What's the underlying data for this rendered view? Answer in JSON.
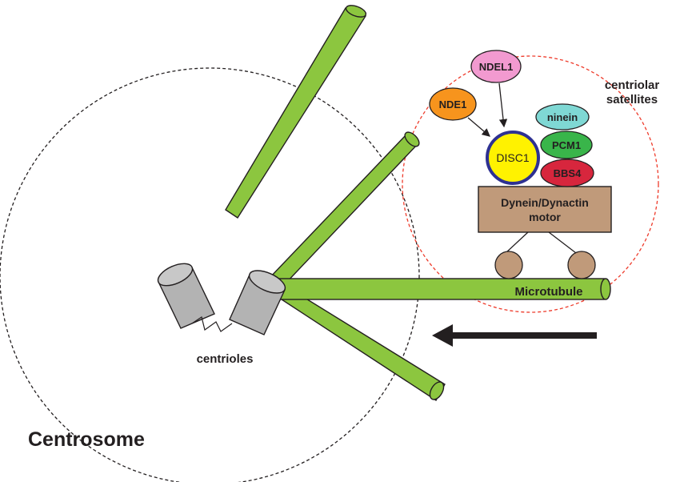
{
  "labels": {
    "centrosome": "Centrosome",
    "centrioles": "centrioles",
    "satellites_line1": "centriolar",
    "satellites_line2": "satellites",
    "microtubule": "Microtubule",
    "motor_line1": "Dynein/Dynactin",
    "motor_line2": "motor"
  },
  "proteins": {
    "ndel1": "NDEL1",
    "nde1": "NDE1",
    "disc1": "DISC1",
    "ninein": "ninein",
    "pcm1": "PCM1",
    "bbs4": "BBS4"
  },
  "colors": {
    "microtubule_fill": "#8cc63f",
    "centriole_fill": "#b3b3b3",
    "motor_fill": "#c09a7a",
    "foot_fill": "#c09a7a",
    "ndel1_fill": "#f29ad0",
    "nde1_fill": "#f7941d",
    "disc1_fill": "#fff200",
    "disc1_ring": "#2e3192",
    "ninein_fill": "#7fd8d4",
    "pcm1_fill": "#39b54a",
    "bbs4_fill": "#d7263d",
    "satellite_boundary": "#ee3b2b",
    "centrosome_boundary": "#231f20"
  }
}
